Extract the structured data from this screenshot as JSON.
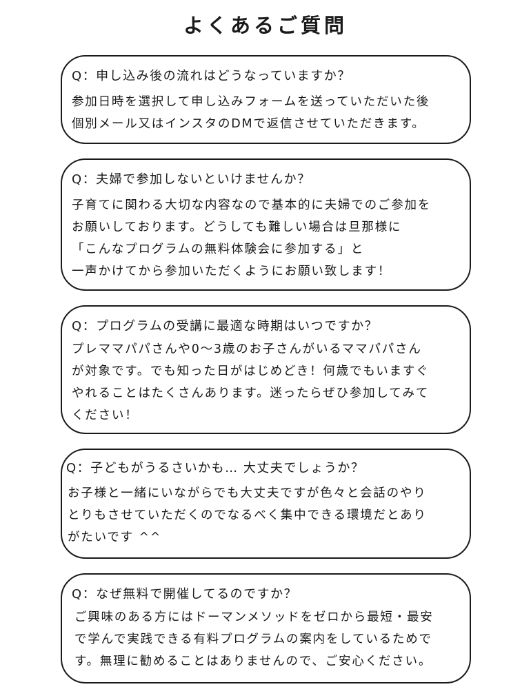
{
  "page": {
    "title": "よくあるご質問"
  },
  "faq": [
    {
      "question": "Q：申し込み後の流れはどうなっていますか？",
      "answer_lines": [
        "参加日時を選択して申し込みフォームを送っていただいた後",
        "個別メール又はインスタのDMで返信させていただきます。"
      ]
    },
    {
      "question": "Q：夫婦で参加しないといけませんか？",
      "answer_lines": [
        "子育てに関わる大切な内容なので基本的に夫婦でのご参加を",
        "お願いしております。どうしても難しい場合は旦那様に",
        "「こんなプログラムの無料体験会に参加する」と",
        "一声かけてから参加いただくようにお願い致します！"
      ]
    },
    {
      "question": "Q：プログラムの受講に最適な時期はいつですか？",
      "answer_lines": [
        "プレママパパさんや0〜3歳のお子さんがいるママパパさん",
        "が対象です。でも知った日がはじめどき！何歳でもいますぐ",
        "やれることはたくさんあります。迷ったらぜひ参加してみて",
        "ください！"
      ]
    },
    {
      "question": "Q：子どもがうるさいかも… 大丈夫でしょうか？",
      "answer_lines": [
        "お子様と一緒にいながらでも大丈夫ですが色々と会話のやり",
        "とりもさせていただくのでなるべく集中できる環境だとあり",
        "がたいです ^^"
      ]
    },
    {
      "question": "Q：なぜ無料で開催してるのですか？",
      "answer_lines": [
        "ご興味のある方にはドーマンメソッドをゼロから最短・最安",
        "で学んで実践できる有料プログラムの案内をしているためで",
        "す。無理に勧めることはありませんので、ご安心ください。"
      ]
    }
  ]
}
